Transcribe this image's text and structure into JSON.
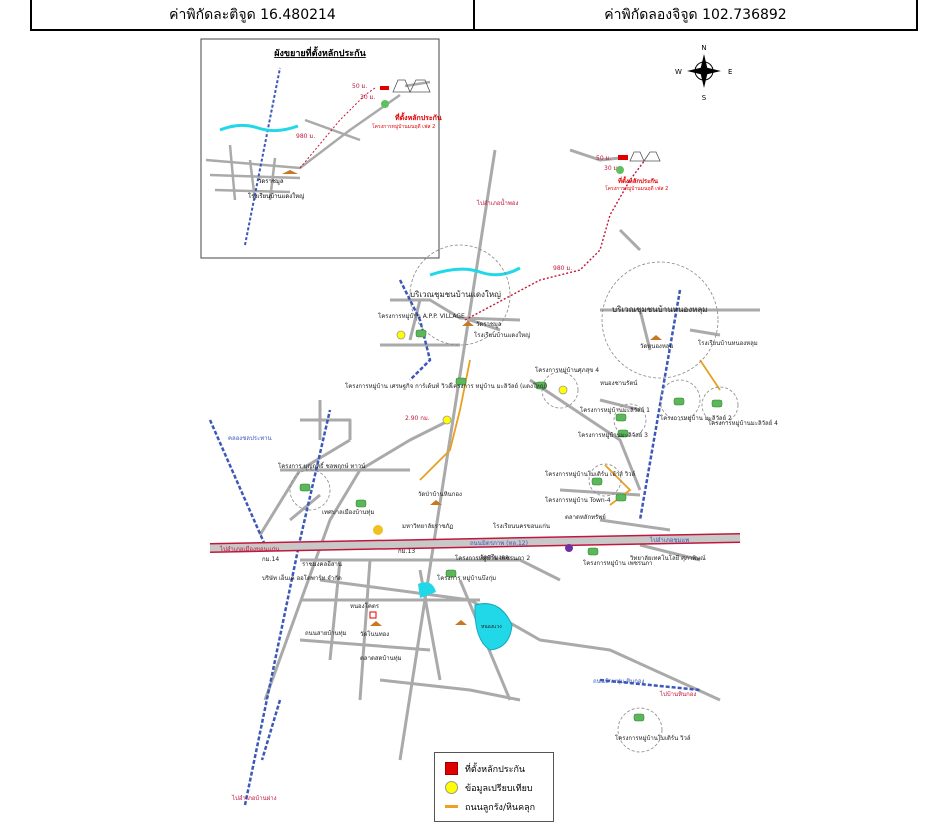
{
  "coords": {
    "latitude": "ค่าพิกัดละติจูด 16.480214",
    "longitude": "ค่าพิกัดลองจิจูด 102.736892"
  },
  "inset": {
    "title": "ผังขยายที่ตั้งหลักประกัน",
    "collateral_label": "ที่ตั้งหลักประกัน",
    "project_label": "โครงการหมู่บ้านมนฤดี เฟส 2",
    "temple_label": "วัดราชมูล",
    "school_label": "โรงเรียนบ้านแดงใหญ่",
    "dist_980": "980 ม.",
    "dist_50": "50 ม.",
    "dist_30": "30 ม."
  },
  "compass": {
    "n": "N",
    "s": "S",
    "e": "E",
    "w": "W"
  },
  "map": {
    "collateral_label": "ที่ตั้งหลักประกัน",
    "project_label": "โครงการหมู่บ้านมนฤดี เฟส 2",
    "dist_50": "50 ม.",
    "dist_30": "30 ม.",
    "dist_980": "980 ม.",
    "dist_290": "2.90 กม.",
    "community_daeng_yai": "บริเวณชุมชนบ้านแดงใหญ่",
    "community_nong_khun": "บริเวณชุมชนบ้านหนองหลุม",
    "app_village": "โครงการหมู่บ้าน A.P.P. VILLAGE",
    "temple_ratchamun": "วัดราชมูล",
    "school_daeng_yai": "โรงเรียนบ้านแดงใหญ่",
    "proj_sethakit": "โครงการหมู่บ้าน เศรษฐกิจ การ์เด้นท์ วิวล์",
    "proj_manorom": "โครงการ หมู่บ้าน มะลิวัลย์ (แดงใหญ่)",
    "proj_supha": "โครงการหมู่บ้านศุภสุข 4",
    "nong_chan": "หนองชานรัตน์",
    "proj_manlika_1": "โครงการหมู่บ้านมะลิวัลย์ 1",
    "proj_manlika_3": "โครงการหมู่บ้านมะลิวัลย์ 3",
    "proj_manlika_4": "โครงการหมู่บ้านมะลิวัลย์ 4",
    "school_nong_khun": "โรงเรียนบ้านหนองหลุม",
    "temple_nong_khun": "วัดหนองหลุม",
    "proj_mali_wan": "โครงการหมู่บ้าน มะลิวัลย์ 2",
    "proj_monthai": "โครงการหมู่บ้านโมเดิร์น เฮ้าส์ วิวล์",
    "proj_town4": "โครงการหมู่บ้าน Town-4",
    "market": "ตลาดหลักทรัพย์",
    "proj_bunyarit": "โครงการ บุญฤทธิ์ ชลพฤกษ์ ทาวน์",
    "temple_pa": "วัดป่าบ้านหินกอง",
    "hospital": "เทศบาลเมืองบ้านทุ่ม",
    "proj_lake": "โครงการ หมู่บ้านบึงกุ่ม",
    "highway_label": "ถนนมิตรภาพ (ทล.12)",
    "to_khon_kaen": "ไปอำเภอเมืองขอนแก่น",
    "to_chumphae": "ไปอำเภอชุมแพ",
    "km14": "กม.14",
    "km13": "กม.13",
    "company": "บริษัท เอ็นเค ออโตพาร์ท จำกัด",
    "rachamongkol": "ราชมงคลอีสาน",
    "rajabhat": "มหาวิทยาลัยราชภัฏ",
    "school_khonkaen": "โรงเรียนนครขอนแก่น",
    "temple_sri": "วัดศรีมงคล",
    "proj_garden": "โครงการหมู่บ้าน เพชรนภา",
    "proj_nong_kho": "โครงการหมู่บ้าน เพชรนภา 2",
    "college_vetch": "วิทยาลัยเทคโนโลยี ศุภาพิษณ์",
    "nong_kho": "หนองโคตร",
    "lake_label": "หนองแวง",
    "temple_ban": "วัดโนนทอง",
    "market_sam": "ตลาดสดบ้านทุ่ม",
    "proj_bottom": "โครงการหมู่บ้านโมเดิร์น วิวล์",
    "road_bottom": "ถนนบ้านทุ่ม-หินกอง",
    "to_kalasin": "ไปบ้านหินกอง",
    "factory_road": "ถนนสายบ้านทุ่ม",
    "irrigation": "คลองชลประทาน",
    "to_nam_phong": "ไปอำเภอน้ำพอง",
    "to_ban_fang": "ไปอำเภอบ้านฝาง"
  },
  "legend": {
    "collateral": "ที่ตั้งหลักประกัน",
    "comparison": "ข้อมูลเปรียบเทียบ",
    "laterite": "ถนนลูกรัง/หินคลุก"
  },
  "colors": {
    "road": "#aaaaaa",
    "highway_fill": "#c8c8c8",
    "highway_edge": "#c0183c",
    "blue_road": "#3c58b8",
    "laterite": "#e8a020",
    "water": "#20d8e8",
    "red": "#e00000"
  }
}
